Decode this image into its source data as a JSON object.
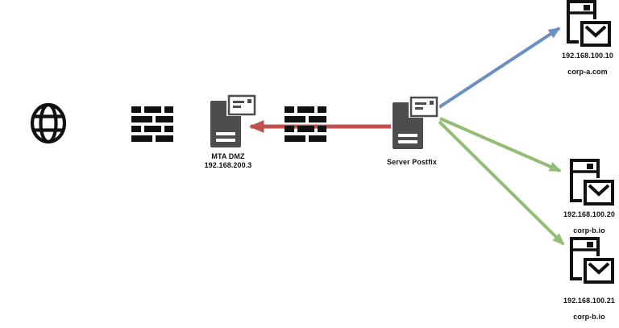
{
  "background": "#ffffff",
  "colors": {
    "relay_red": "#c0504d",
    "delivery_blue": "#6c8fc3",
    "delivery_green": "#93bd75",
    "server_gray": "#4d4d4d",
    "icon_black": "#111111"
  },
  "nodes": {
    "internet": {
      "icon": "globe-icon"
    },
    "firewall_outer": {
      "icon": "firewall-icon"
    },
    "firewall_inner": {
      "icon": "firewall-icon"
    },
    "mta_dmz": {
      "icon": "mail-server-icon",
      "name": "MTA DMZ",
      "ip": "192.168.200.3"
    },
    "postfix": {
      "icon": "mail-server-icon",
      "name": "Server Postfix"
    },
    "remotes": [
      {
        "icon": "mail-server-icon",
        "ip": "192.168.100.10",
        "domain": "corp-a.com"
      },
      {
        "icon": "mail-server-icon",
        "ip": "192.168.100.20",
        "domain": "corp-b.io"
      },
      {
        "icon": "mail-server-icon",
        "ip": "192.168.100.21",
        "domain": "corp-b.io"
      }
    ]
  },
  "edges": [
    {
      "from": "Server Postfix",
      "to": "MTA DMZ",
      "color": "#c0504d",
      "through": "firewall"
    },
    {
      "from": "Server Postfix",
      "to": "192.168.100.10 corp-a.com",
      "color": "#6c8fc3"
    },
    {
      "from": "Server Postfix",
      "to": "192.168.100.20 corp-b.io",
      "color": "#93bd75"
    },
    {
      "from": "Server Postfix",
      "to": "192.168.100.21 corp-b.io",
      "color": "#93bd75"
    }
  ]
}
